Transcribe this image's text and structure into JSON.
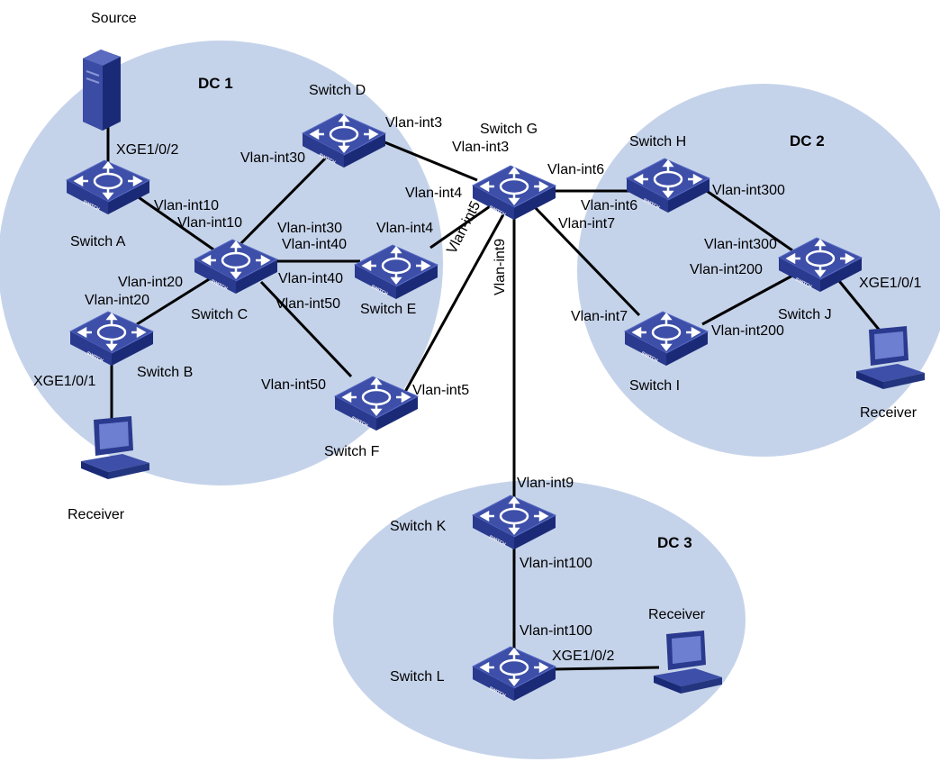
{
  "zones": {
    "dc1": "DC 1",
    "dc2": "DC 2",
    "dc3": "DC 3"
  },
  "device_text": "SWITCH",
  "nodes": {
    "source": "Source",
    "receiver_dc1": "Receiver",
    "receiver_dc2": "Receiver",
    "receiver_dc3": "Receiver",
    "switch_a": "Switch A",
    "switch_b": "Switch B",
    "switch_c": "Switch C",
    "switch_d": "Switch D",
    "switch_e": "Switch E",
    "switch_f": "Switch F",
    "switch_g": "Switch G",
    "switch_h": "Switch H",
    "switch_i": "Switch I",
    "switch_j": "Switch J",
    "switch_k": "Switch K",
    "switch_l": "Switch L"
  },
  "ports": {
    "a_source": "XGE1/0/2",
    "a_c": "Vlan-int10",
    "c_a": "Vlan-int10",
    "b_c": "Vlan-int20",
    "c_b": "Vlan-int20",
    "b_receiver": "XGE1/0/1",
    "c_d": "Vlan-int30",
    "d_c": "Vlan-int30",
    "c_e": "Vlan-int40",
    "e_c": "Vlan-int40",
    "c_f": "Vlan-int50",
    "f_c": "Vlan-int50",
    "d_g": "Vlan-int3",
    "g_d": "Vlan-int3",
    "e_g": "Vlan-int4",
    "g_e": "Vlan-int4",
    "f_g": "Vlan-int5",
    "g_f": "Vlan-int5",
    "g_h": "Vlan-int6",
    "h_g": "Vlan-int6",
    "g_i": "Vlan-int7",
    "i_g": "Vlan-int7",
    "g_k": "Vlan-int9",
    "k_g": "Vlan-int9",
    "h_j": "Vlan-int300",
    "j_h": "Vlan-int300",
    "i_j": "Vlan-int200",
    "j_i": "Vlan-int200",
    "j_receiver": "XGE1/0/1",
    "k_l": "Vlan-int100",
    "l_k": "Vlan-int100",
    "l_receiver": "XGE1/0/2"
  },
  "colors": {
    "zone_fill": "#c5d3ea",
    "switch_top": "#3d4fa8",
    "switch_side": "#1b2a77",
    "link": "#000000"
  },
  "icons": {
    "switch": "switch-icon",
    "server": "server-icon",
    "computer": "computer-icon"
  }
}
